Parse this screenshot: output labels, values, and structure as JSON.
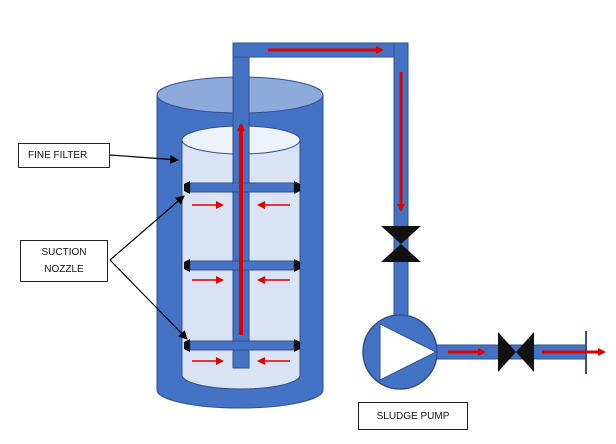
{
  "labels": {
    "fine_filter": "FINE FILTER",
    "suction_nozzle_line1": "SUCTION",
    "suction_nozzle_line2": "NOZZLE",
    "sludge_pump": "SLUDGE PUMP"
  },
  "colors": {
    "vessel_blue": "#4472c4",
    "vessel_top": "#8eaadb",
    "vessel_dark": "#2f528f",
    "filter_fill": "#dae3f3",
    "filter_top": "#e9eef8",
    "flow_arrow": "#e00000",
    "valve_black": "#111111",
    "leader_line": "#000000"
  }
}
